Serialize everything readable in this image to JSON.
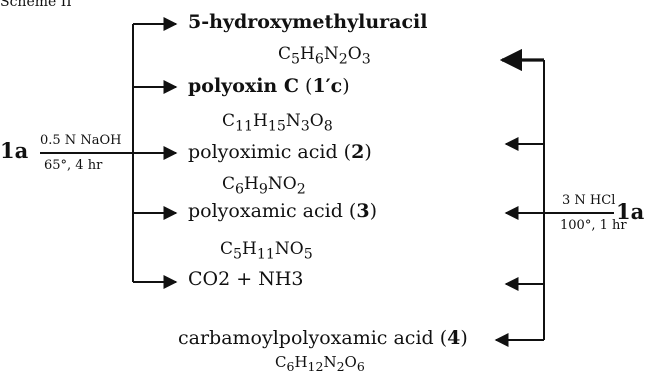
{
  "scheme_label": "Scheme II",
  "left_reagent": {
    "compound": "1a",
    "reagent": "0.5 N NaOH",
    "conditions": "65°, 4 hr"
  },
  "right_reagent": {
    "compound": "1a",
    "reagent": "3 N HCl",
    "conditions": "100°, 1 hr"
  },
  "products": [
    {
      "name": "5-hydroxymethyluracil",
      "label": "",
      "formula": "C5H6N2O3"
    },
    {
      "name": "polyoxin C",
      "label": "1′c",
      "formula": "C11H15N3O8"
    },
    {
      "name": "polyoximic acid",
      "label": "2",
      "formula": "C6H9NO2"
    },
    {
      "name": "polyoxamic acid",
      "label": "3",
      "formula": "C5H11NO5"
    },
    {
      "name": "CO2 + NH3",
      "label": "",
      "formula": ""
    },
    {
      "name": "carbamoylpolyoxamic acid",
      "label": "4",
      "formula": "C6H12N2O6"
    }
  ]
}
